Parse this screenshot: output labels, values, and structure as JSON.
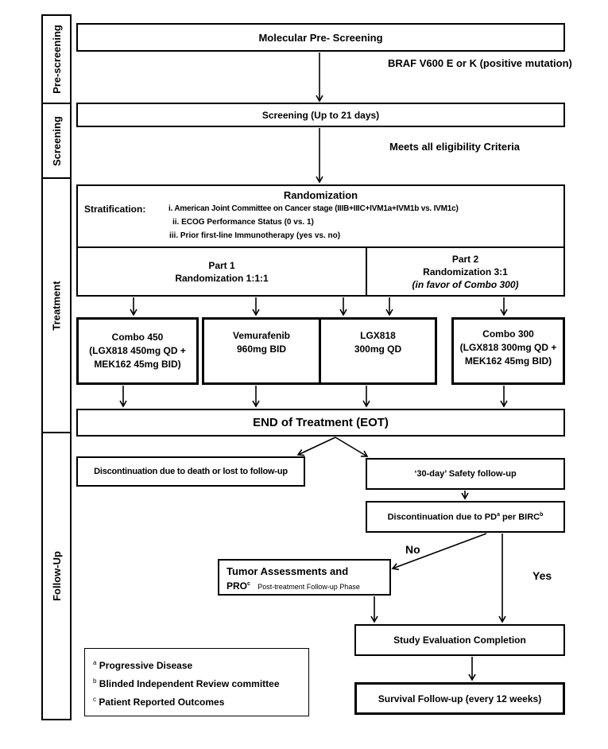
{
  "phases": {
    "prescreening": "Pre-screening",
    "screening": "Screening",
    "treatment": "Treatment",
    "followup": "Follow-Up"
  },
  "molecular": "Molecular Pre- Screening",
  "braf": "BRAF V600 E or K (positive mutation)",
  "screening_box": "Screening (Up to 21 days)",
  "eligibility": "Meets all eligibility Criteria",
  "randomization": {
    "title": "Randomization",
    "strat_label": "Stratification:",
    "strat_1": "i. American Joint Committee on Cancer stage (IIIB+IIIC+IVM1a+IVM1b vs. IVM1c)",
    "strat_2": "ii. ECOG Performance Status (0 vs. 1)",
    "strat_3": "iii. Prior first-line Immunotherapy (yes vs. no)"
  },
  "part1": {
    "title": "Part 1",
    "sub": "Randomization 1:1:1"
  },
  "part2": {
    "title": "Part 2",
    "sub": "Randomization 3:1",
    "note": "(in favor of Combo 300)"
  },
  "arms": {
    "combo450": {
      "l1": "Combo 450",
      "l2": "(LGX818 450mg QD +",
      "l3": "MEK162 45mg BID)"
    },
    "vemurafenib": {
      "l1": "Vemurafenib",
      "l2": "960mg BID"
    },
    "lgx818": {
      "l1": "LGX818",
      "l2": "300mg QD"
    },
    "combo300": {
      "l1": "Combo 300",
      "l2": "(LGX818 300mg QD +",
      "l3": "MEK162 45mg BID)"
    }
  },
  "eot": "END of Treatment (EOT)",
  "discontinuation_death": "Discontinuation due to death or lost to follow-up",
  "safety": "‘30-day’ Safety follow-up",
  "discontinuation_pd": {
    "pre": "Discontinuation due to PD",
    "sup_a": "a",
    "mid": " per BIRC",
    "sup_b": "b"
  },
  "no": "No",
  "yes": "Yes",
  "tumor": {
    "l1": "Tumor Assessments and",
    "l2": "PRO",
    "sup": "c",
    "note": "Post-treatment Follow-up Phase"
  },
  "study_eval": "Study Evaluation Completion",
  "survival": "Survival Follow-up (every 12 weeks)",
  "legend": [
    {
      "sup": "a",
      "text": "Progressive Disease"
    },
    {
      "sup": "b",
      "text": "Blinded Independent  Review committee"
    },
    {
      "sup": "c",
      "text": "Patient Reported Outcomes"
    }
  ]
}
